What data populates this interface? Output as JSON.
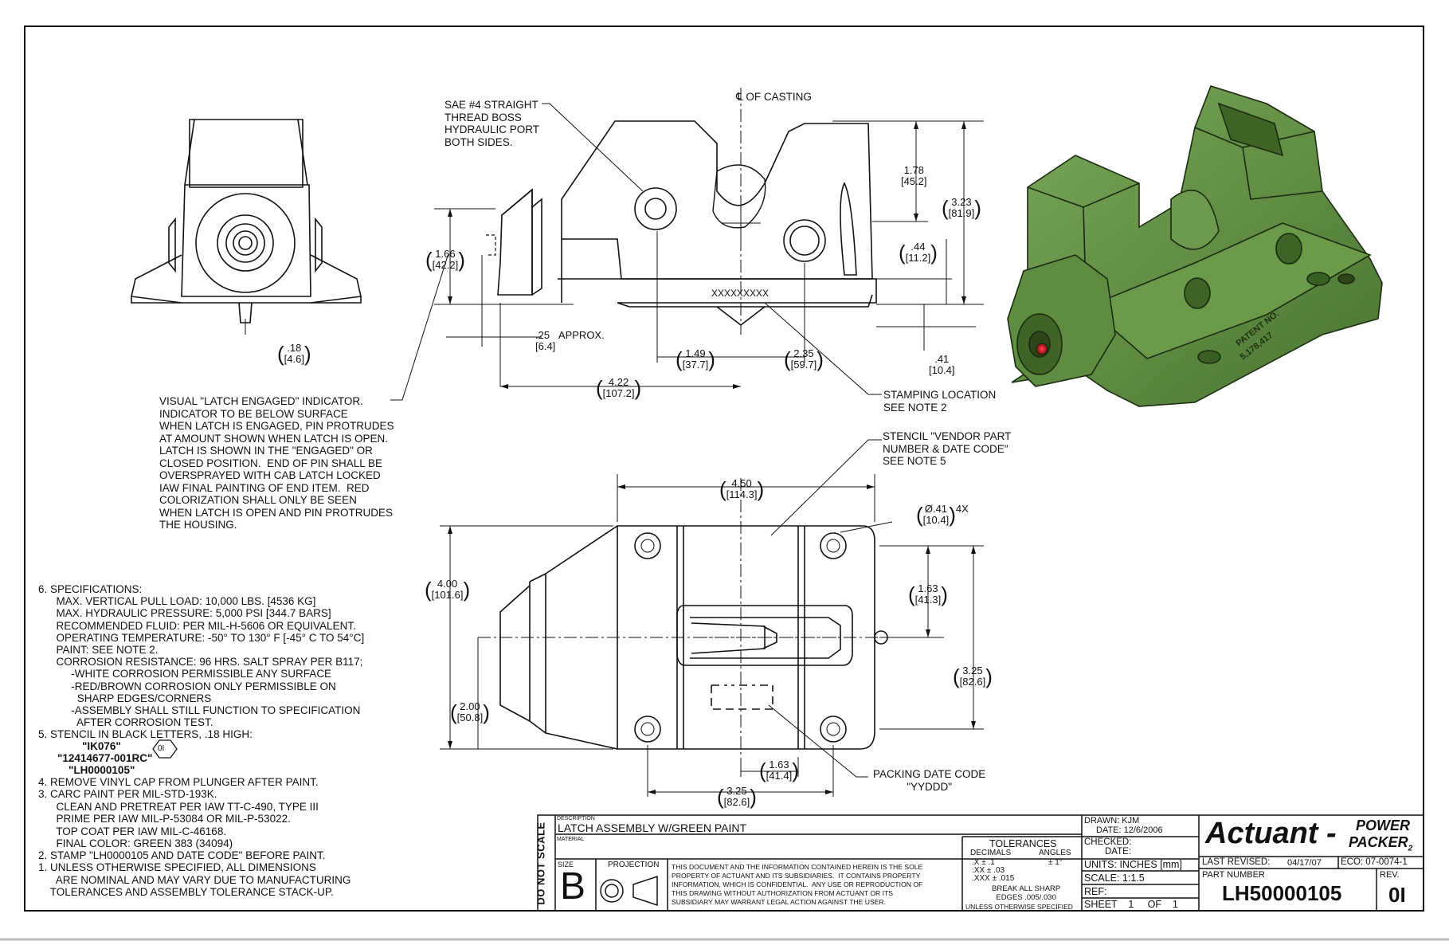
{
  "drawing": {
    "centerline_note": "OF CASTING",
    "callouts": {
      "sae_port": "SAE #4 STRAIGHT\nTHREAD BOSS\nHYDRAULIC PORT\nBOTH SIDES.",
      "visual_indicator": "VISUAL \"LATCH ENGAGED\" INDICATOR.\nINDICATOR TO BE BELOW SURFACE\nWHEN LATCH IS ENGAGED, PIN PROTRUDES\nAT AMOUNT SHOWN WHEN LATCH IS OPEN.\nLATCH IS SHOWN IN THE \"ENGAGED\" OR\nCLOSED POSITION.  END OF PIN SHALL BE\nOVERSPRAYED WITH CAB LATCH LOCKED\nIAW FINAL PAINTING OF END ITEM.  RED\nCOLORIZATION SHALL ONLY BE SEEN\nWHEN LATCH IS OPEN AND PIN PROTRUDES\nTHE HOUSING.",
      "stamping": "STAMPING LOCATION\nSEE NOTE 2",
      "stencil": "STENCIL \"VENDOR PART\nNUMBER & DATE CODE\"\nSEE NOTE 5",
      "packing": "PACKING DATE CODE\n\"YYDDD\"",
      "approx": "APPROX.",
      "stamp_text": "XXXXXXXXX",
      "patent": "PATENT NO.\n5,178,417"
    },
    "dimensions": {
      "d_018": {
        "in": ".18",
        "mm": "[4.6]"
      },
      "d_166": {
        "in": "1.66",
        "mm": "[42.2]"
      },
      "d_025": {
        "in": ".25",
        "mm": "[6.4]"
      },
      "d_149": {
        "in": "1.49",
        "mm": "[37.7]"
      },
      "d_235": {
        "in": "2.35",
        "mm": "[59.7]"
      },
      "d_422": {
        "in": "4.22",
        "mm": "[107.2]"
      },
      "d_178": {
        "in": "1.78",
        "mm": "[45.2]"
      },
      "d_323": {
        "in": "3.23",
        "mm": "[81.9]"
      },
      "d_044": {
        "in": ".44",
        "mm": "[11.2]"
      },
      "d_041": {
        "in": ".41",
        "mm": "[10.4]"
      },
      "d_450": {
        "in": "4.50",
        "mm": "[114.3]"
      },
      "d_hole": {
        "in": "Ø.41",
        "mm": "[10.4]",
        "qty": "4X"
      },
      "d_400": {
        "in": "4.00",
        "mm": "[101.6]"
      },
      "d_163v": {
        "in": "1.63",
        "mm": "[41.3]"
      },
      "d_325v": {
        "in": "3.25",
        "mm": "[82.6]"
      },
      "d_200": {
        "in": "2.00",
        "mm": "[50.8]"
      },
      "d_163h": {
        "in": "1.63",
        "mm": "[41.4]"
      },
      "d_325h": {
        "in": "3.25",
        "mm": "[82.6]"
      }
    }
  },
  "notes": {
    "spec6": "6. SPECIFICATIONS:\n      MAX. VERTICAL PULL LOAD: 10,000 LBS. [4536 KG]\n      MAX. HYDRAULIC PRESSURE: 5,000 PSI [344.7 BARS]\n      RECOMMENDED FLUID: PER MIL-H-5606 OR EQUIVALENT.\n      OPERATING TEMPERATURE: -50° TO 130° F [-45° C TO 54°C]\n      PAINT: SEE NOTE 2.\n      CORROSION RESISTANCE: 96 HRS. SALT SPRAY PER B117;\n           -WHITE CORROSION PERMISSIBLE ANY SURFACE\n           -RED/BROWN CORROSION ONLY PERMISSIBLE ON\n             SHARP EDGES/CORNERS\n           -ASSEMBLY SHALL STILL FUNCTION TO SPECIFICATION\n             AFTER CORROSION TEST.",
    "note5": "5. STENCIL IN BLACK LETTERS, .18 HIGH:",
    "note5_lines": [
      "\"IK076\"",
      "\"12414677-001RC\"",
      "\"LH0000105\""
    ],
    "rev_flag": "0I",
    "note4": "4. REMOVE VINYL CAP FROM PLUNGER AFTER PAINT.",
    "note3": "3. CARC PAINT PER MIL-STD-193K.\n      CLEAN AND PRETREAT PER IAW TT-C-490, TYPE III\n      PRIME PER IAW MIL-P-53084 OR MIL-P-53022.\n      TOP COAT PER IAW MIL-C-46168.\n      FINAL COLOR: GREEN 383 (34094)",
    "note2": "2. STAMP \"LH0000105 AND DATE CODE\" BEFORE PAINT.",
    "note1": "1. UNLESS OTHERWISE SPECIFIED, ALL DIMENSIONS\n      ARE NOMINAL AND MAY VARY DUE TO MANUFACTURING\n    TOLERANCES AND ASSEMBLY TOLERANCE STACK-UP."
  },
  "title_block": {
    "do_not_scale": "DO NOT SCALE",
    "description_label": "DESCRIPTION",
    "description": "LATCH ASSEMBLY W/GREEN PAINT",
    "material_label": "MATERIAL",
    "size_label": "SIZE",
    "size": "B",
    "projection_label": "PROJECTION",
    "confidential": "THIS DOCUMENT AND THE INFORMATION CONTAINED HEREIN IS THE SOLE\nPROPERTY OF ACTUANT AND ITS SUBSIDIARIES.  IT CONTAINS PROPERTY\nINFORMATION, WHICH IS CONFIDENTIAL.  ANY USE OR REPRODUCTION OF\nTHIS DRAWING WITHOUT AUTHORIZATION FROM ACTUANT OR ITS\nSUBSIDIARY MAY WARRANT LEGAL ACTION AGAINST THE USER.",
    "tolerances_label": "TOLERANCES",
    "decimals_label": "DECIMALS",
    "angles_label": "ANGLES",
    "tol_lines": [
      ".X ± .1",
      ".XX ± .03",
      ".XXX ± .015"
    ],
    "angle_tol": "± 1°",
    "break_edges": "BREAK ALL SHARP\nEDGES .005/.030",
    "unless": "UNLESS OTHERWISE SPECIFIED",
    "drawn": "DRAWN: KJM",
    "drawn_date": "DATE:  12/6/2006",
    "checked": "CHECKED:",
    "checked_date": "DATE:",
    "units": "UNITS: INCHES [mm]",
    "scale": "SCALE: 1:1.5",
    "ref": "REF:",
    "sheet": "SHEET    1     OF    1",
    "company": "Actuant -",
    "company_sub1": "POWER",
    "company_sub2": "PACKER",
    "company_sub_idx": "2",
    "last_revised_label": "LAST REVISED:",
    "last_revised": "04/17/07",
    "eco": "ECO: 07-0074-1",
    "part_number_label": "PART NUMBER",
    "part_number": "LH50000105",
    "rev_label": "REV.",
    "rev": "0I"
  },
  "colors": {
    "paint_green": "#5b8a3c",
    "paint_dark": "#2f4f1e",
    "indicator_red": "#c0141c"
  }
}
